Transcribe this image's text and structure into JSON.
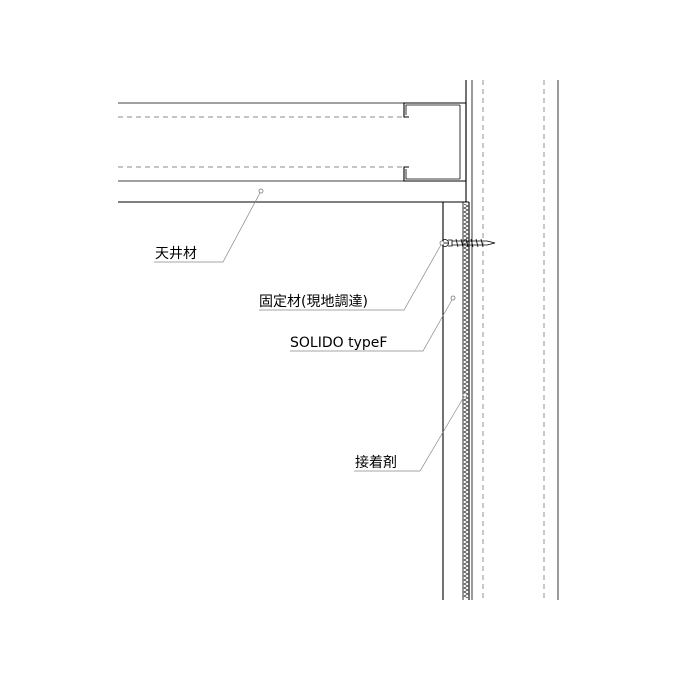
{
  "labels": {
    "ceiling": "天井材",
    "fixing": "固定材(現地調達)",
    "solido": "SOLIDO typeF",
    "adhesive": "接着剤"
  }
}
